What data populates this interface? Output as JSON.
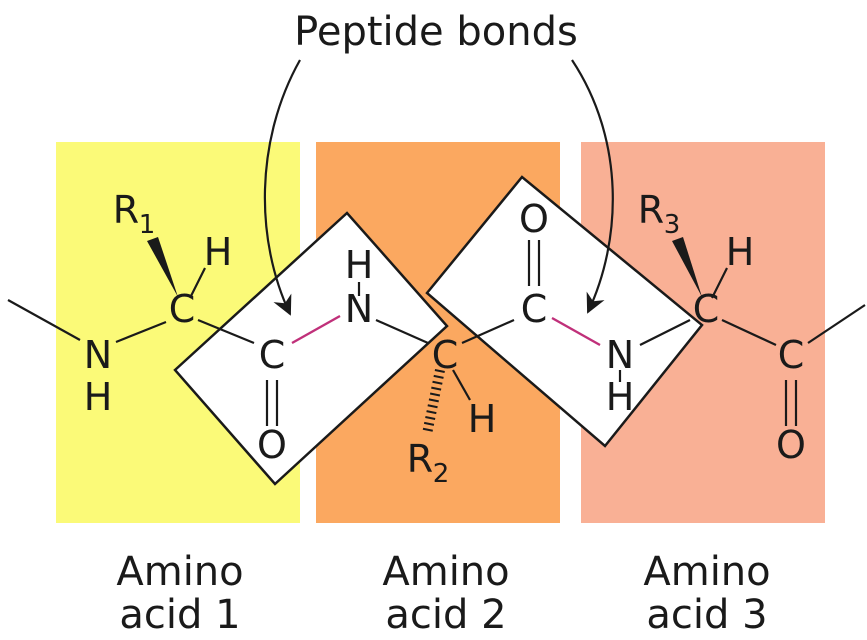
{
  "title": "Peptide bonds",
  "colors": {
    "amino_acid_1": "#fbfa78",
    "amino_acid_2": "#fba860",
    "amino_acid_3": "#f9b095",
    "peptide_bond": "#c0307a"
  },
  "atoms": {
    "c": "C",
    "n": "N",
    "o": "O",
    "h": "H",
    "r": "R"
  },
  "side_chains": {
    "r1_sub": "1",
    "r2_sub": "2",
    "r3_sub": "3"
  },
  "captions": [
    {
      "line1": "Amino",
      "line2": "acid 1"
    },
    {
      "line1": "Amino",
      "line2": "acid 2"
    },
    {
      "line1": "Amino",
      "line2": "acid 3"
    }
  ]
}
